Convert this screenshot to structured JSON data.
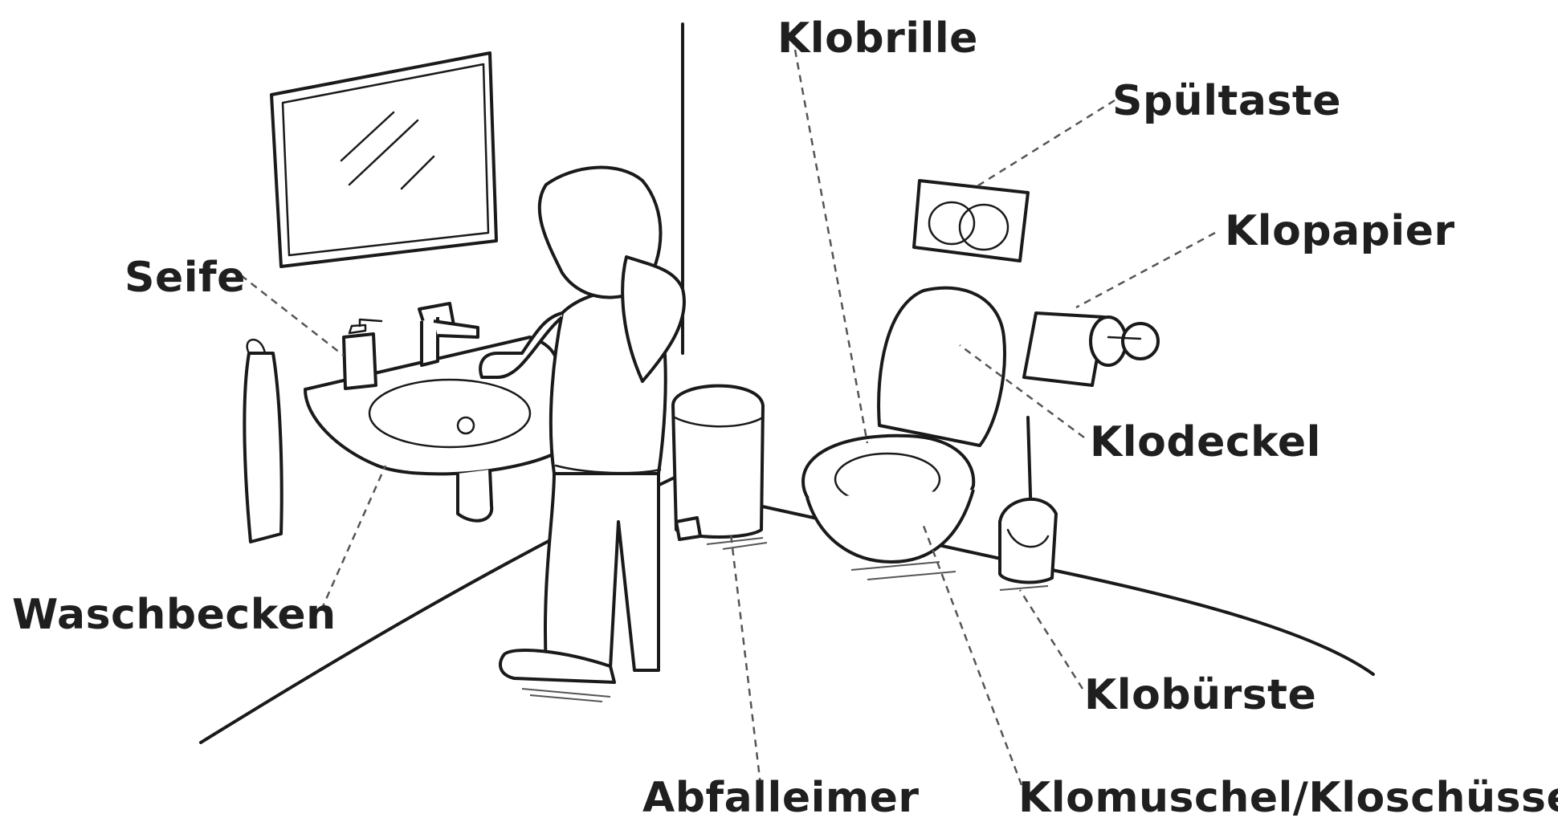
{
  "labels": {
    "klobrille": "Klobrille",
    "spueltaste": "Spültaste",
    "klopapier": "Klopapier",
    "seife": "Seife",
    "klodeckel": "Klodeckel",
    "waschbecken": "Waschbecken",
    "klobuerste": "Klobürste",
    "abfalleimer": "Abfalleimer",
    "klomuschel": "Klomuschel/Kloschüssel"
  },
  "colors": {
    "ink": "#1a1a1a",
    "text": "#1f1f1f",
    "leader": "#555555",
    "background": "#ffffff"
  }
}
